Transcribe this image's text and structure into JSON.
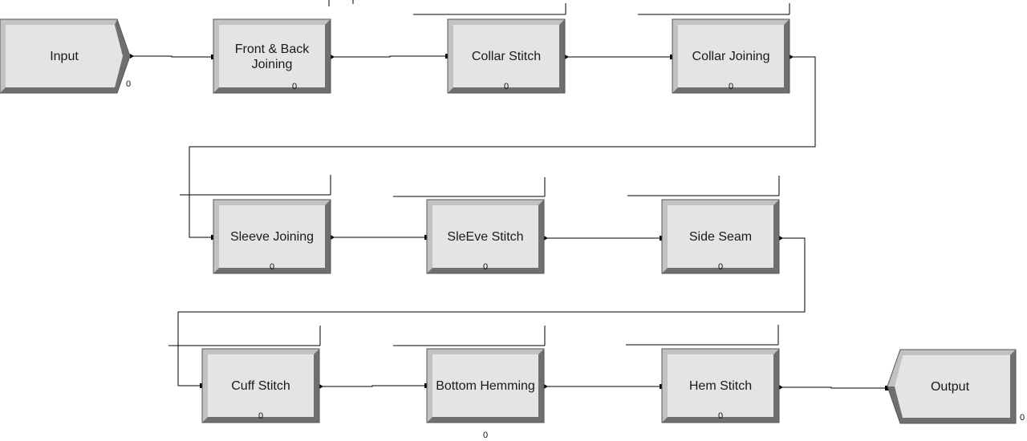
{
  "colors": {
    "box_face": "#e4e4e4",
    "bevel_light": "#c2c2c2",
    "bevel_dark": "#6f6f6f",
    "connector": "#000000",
    "text": "#1a1a1a"
  },
  "diagram": {
    "input": {
      "label": "Input",
      "counter": "0"
    },
    "processes": [
      {
        "lines": [
          "Front & Back",
          "Joining"
        ],
        "counter": "0"
      },
      {
        "lines": [
          "Collar Stitch"
        ],
        "counter": "0"
      },
      {
        "lines": [
          "Collar Joining"
        ],
        "counter": "0"
      },
      {
        "lines": [
          "Sleeve Joining"
        ],
        "counter": "0"
      },
      {
        "lines": [
          "SleEve Stitch"
        ],
        "counter": "0"
      },
      {
        "lines": [
          "Side Seam"
        ],
        "counter": "0"
      },
      {
        "lines": [
          "Cuff Stitch"
        ],
        "counter": "0"
      },
      {
        "lines": [
          "Bottom Hemming"
        ],
        "counter": "0"
      },
      {
        "lines": [
          "Hem Stitch"
        ],
        "counter": "0"
      }
    ],
    "output": {
      "label": "Output",
      "counter": "0"
    }
  }
}
